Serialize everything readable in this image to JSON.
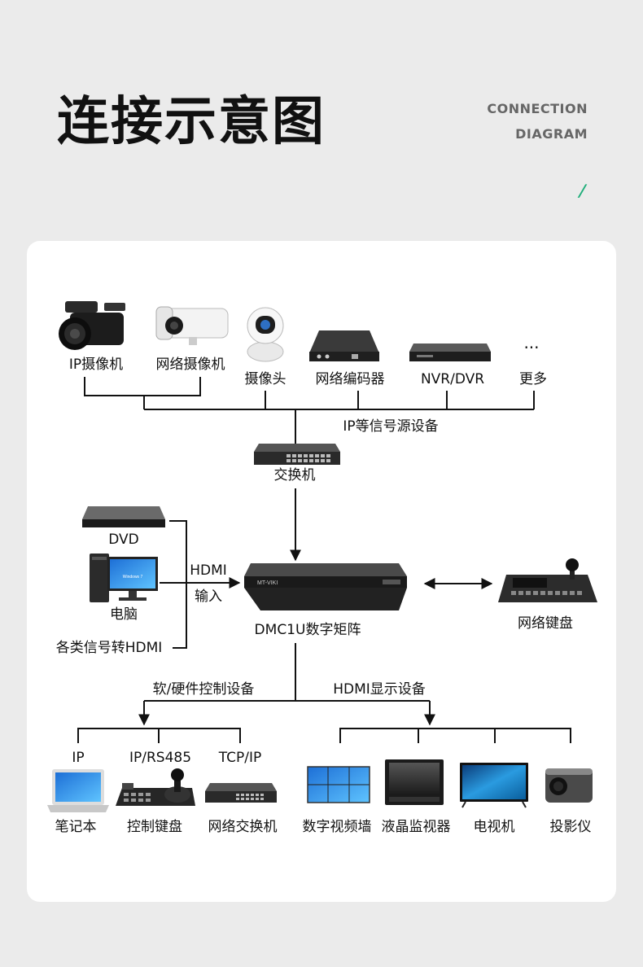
{
  "header": {
    "title": "连接示意图",
    "subtitle_line1": "CONNECTION",
    "subtitle_line2": "DIAGRAM",
    "accent": "/"
  },
  "colors": {
    "accent": "#1fae7a",
    "background": "#ebebeb",
    "card": "#ffffff",
    "line": "#111111"
  },
  "sources": {
    "items": [
      "IP摄像机",
      "网络摄像机",
      "摄像头",
      "网络编码器",
      "NVR/DVR",
      "更多"
    ],
    "more_dots": "···",
    "group_label": "IP等信号源设备"
  },
  "switch": {
    "label": "交换机"
  },
  "hdmi_sources": {
    "dvd": "DVD",
    "pc": "电脑",
    "misc": "各类信号转HDMI",
    "hdmi": "HDMI",
    "input": "输入",
    "screen_logo": "Windows 7"
  },
  "matrix": {
    "label": "DMC1U数字矩阵",
    "brand": "MT-VIKI"
  },
  "keyboard": {
    "label": "网络键盘"
  },
  "control_group": {
    "label": "软/硬件控制设备",
    "protocols": [
      "IP",
      "IP/RS485",
      "TCP/IP"
    ],
    "devices": [
      "笔记本",
      "控制键盘",
      "网络交换机"
    ]
  },
  "display_group": {
    "label": "HDMI显示设备",
    "devices": [
      "数字视频墙",
      "液晶监视器",
      "电视机",
      "投影仪"
    ]
  }
}
